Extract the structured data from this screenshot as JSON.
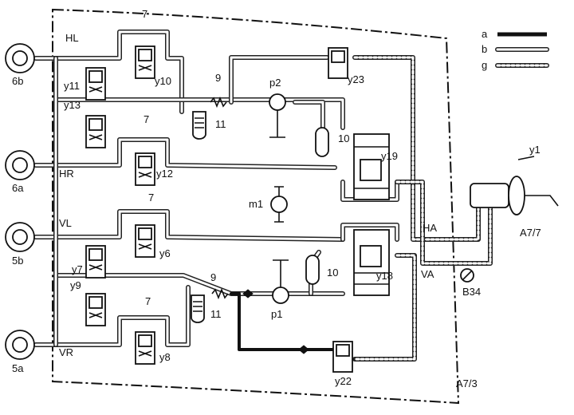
{
  "legend": {
    "items": [
      {
        "key": "a",
        "style": "solid-black"
      },
      {
        "key": "b",
        "style": "double-white"
      },
      {
        "key": "g",
        "style": "double-dashed"
      }
    ]
  },
  "wheels": {
    "w6b": "6b",
    "w6a": "6a",
    "w5b": "5b",
    "w5a": "5a"
  },
  "circuits": {
    "hl": "HL",
    "hr": "HR",
    "vl": "VL",
    "vr": "VR",
    "ha": "HA",
    "va": "VA"
  },
  "valves": {
    "y1": "y1",
    "y6": "y6",
    "y7": "y7",
    "y8": "y8",
    "y9": "y9",
    "y10": "y10",
    "y11": "y11",
    "y12": "y12",
    "y13": "y13",
    "y18": "y18",
    "y19": "y19",
    "y22": "y22",
    "y23": "y23"
  },
  "components": {
    "p1": "p1",
    "p2": "p2",
    "m1": "m1",
    "b34": "B34",
    "a7_7": "A7/7",
    "a7_3": "A7/3",
    "n7a": "7",
    "n7b": "7",
    "n7c": "7",
    "n7d": "7",
    "n9a": "9",
    "n9b": "9",
    "n10a": "10",
    "n10b": "10",
    "n11a": "11",
    "n11b": "11"
  },
  "colors": {
    "ink": "#111111",
    "paper": "#ffffff"
  }
}
